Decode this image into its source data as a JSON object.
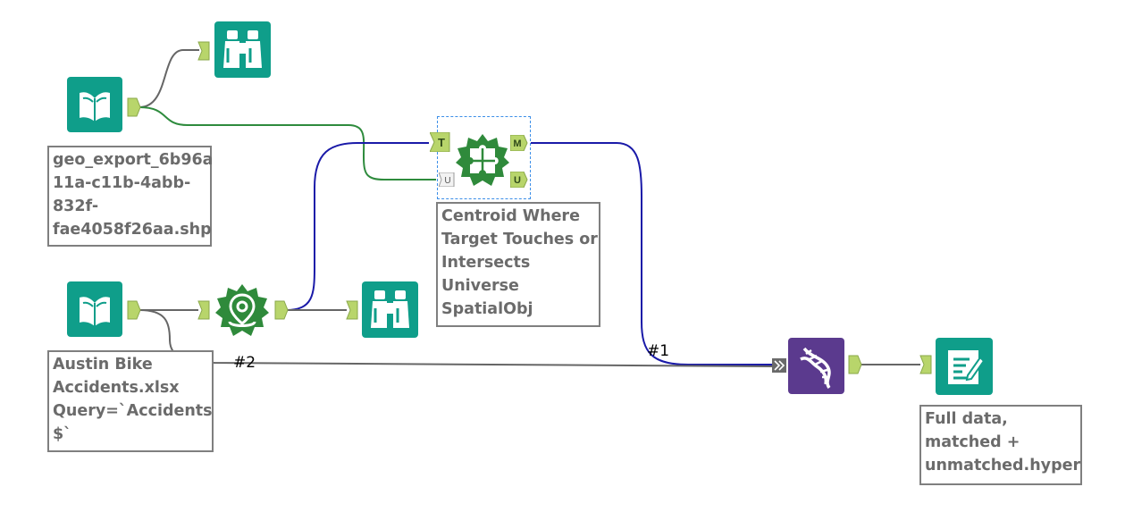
{
  "canvas": {
    "background": "#ffffff"
  },
  "colors": {
    "input_tool": "#0f9e8a",
    "browse_tool": "#0f9e8a",
    "output_tool": "#0f9e8a",
    "spatial_tool": "#2f8a3b",
    "union_tool": "#5b3a8e",
    "anchor": "#b8d56b",
    "connection_green": "#2e8b3d",
    "connection_blue": "#1a1aa8",
    "connection_gray": "#666666",
    "selection": "#3b8ee8"
  },
  "tools": {
    "input_geo": {
      "icon": "book-icon"
    },
    "browse_geo": {
      "icon": "binoculars-icon"
    },
    "input_bike": {
      "icon": "book-icon"
    },
    "create_points": {
      "icon": "map-pin-icon"
    },
    "browse_points": {
      "icon": "binoculars-icon"
    },
    "spatial_match": {
      "icon": "puzzle-icon",
      "anchors": {
        "target": "T",
        "universe": "U",
        "matched": "M",
        "unmatched": "U"
      }
    },
    "union": {
      "icon": "dna-icon"
    },
    "output": {
      "icon": "document-icon"
    }
  },
  "annotations": {
    "input_geo": "geo_export_6b96a\n11a-c11b-4abb-\n832f-\nfae4058f26aa.shp",
    "input_bike": "Austin Bike\nAccidents.xlsx\nQuery=`Accidents\n$`",
    "spatial_match": "Centroid Where\nTarget Touches or\nIntersects\nUniverse\nSpatialObj",
    "output": "Full data,\nmatched +\nunmatched.hyper"
  },
  "connection_labels": {
    "union_input_1": "#1",
    "union_input_2": "#2"
  }
}
